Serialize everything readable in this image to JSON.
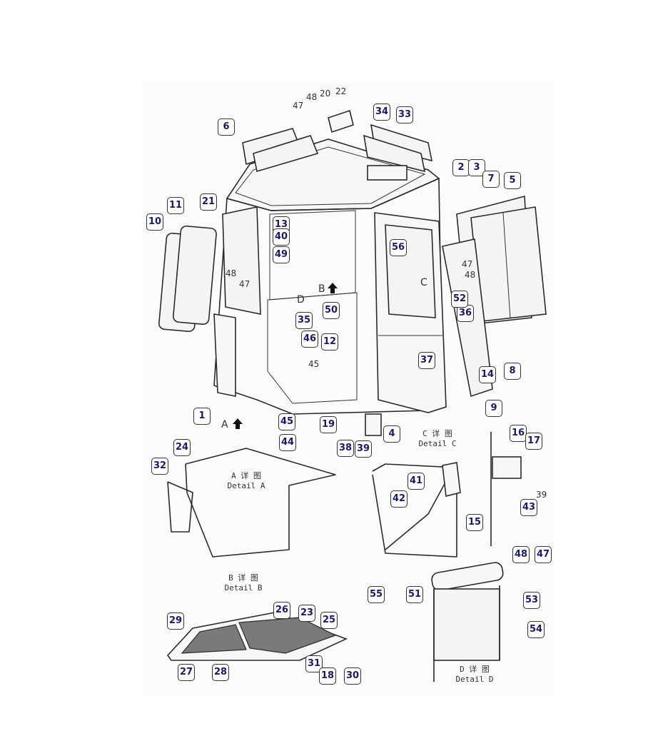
{
  "callouts": [
    "1",
    "2",
    "3",
    "4",
    "5",
    "6",
    "7",
    "8",
    "9",
    "10",
    "11",
    "12",
    "13",
    "14",
    "15",
    "16",
    "17",
    "19",
    "21",
    "23",
    "24",
    "25",
    "26",
    "27",
    "28",
    "29",
    "30",
    "31",
    "32",
    "33",
    "34",
    "35",
    "36",
    "37",
    "38",
    "39",
    "40",
    "41",
    "42",
    "43",
    "44",
    "45",
    "46",
    "47",
    "48",
    "49",
    "50",
    "51",
    "52",
    "53",
    "54",
    "55",
    "56",
    "18"
  ],
  "plain_labels": [
    "47",
    "48",
    "20",
    "22",
    "48",
    "47",
    "47",
    "48",
    "45",
    "39"
  ],
  "details": {
    "a": {
      "cn": "A 详 图",
      "en": "Detail A",
      "arrow": "A"
    },
    "b": {
      "cn": "B 详 图",
      "en": "Detail B",
      "arrow": "B"
    },
    "c": {
      "cn": "C 详 图",
      "en": "Detail C",
      "arrow": "C"
    },
    "d": {
      "cn": "D 详 图",
      "en": "Detail D",
      "arrow": "D"
    }
  }
}
